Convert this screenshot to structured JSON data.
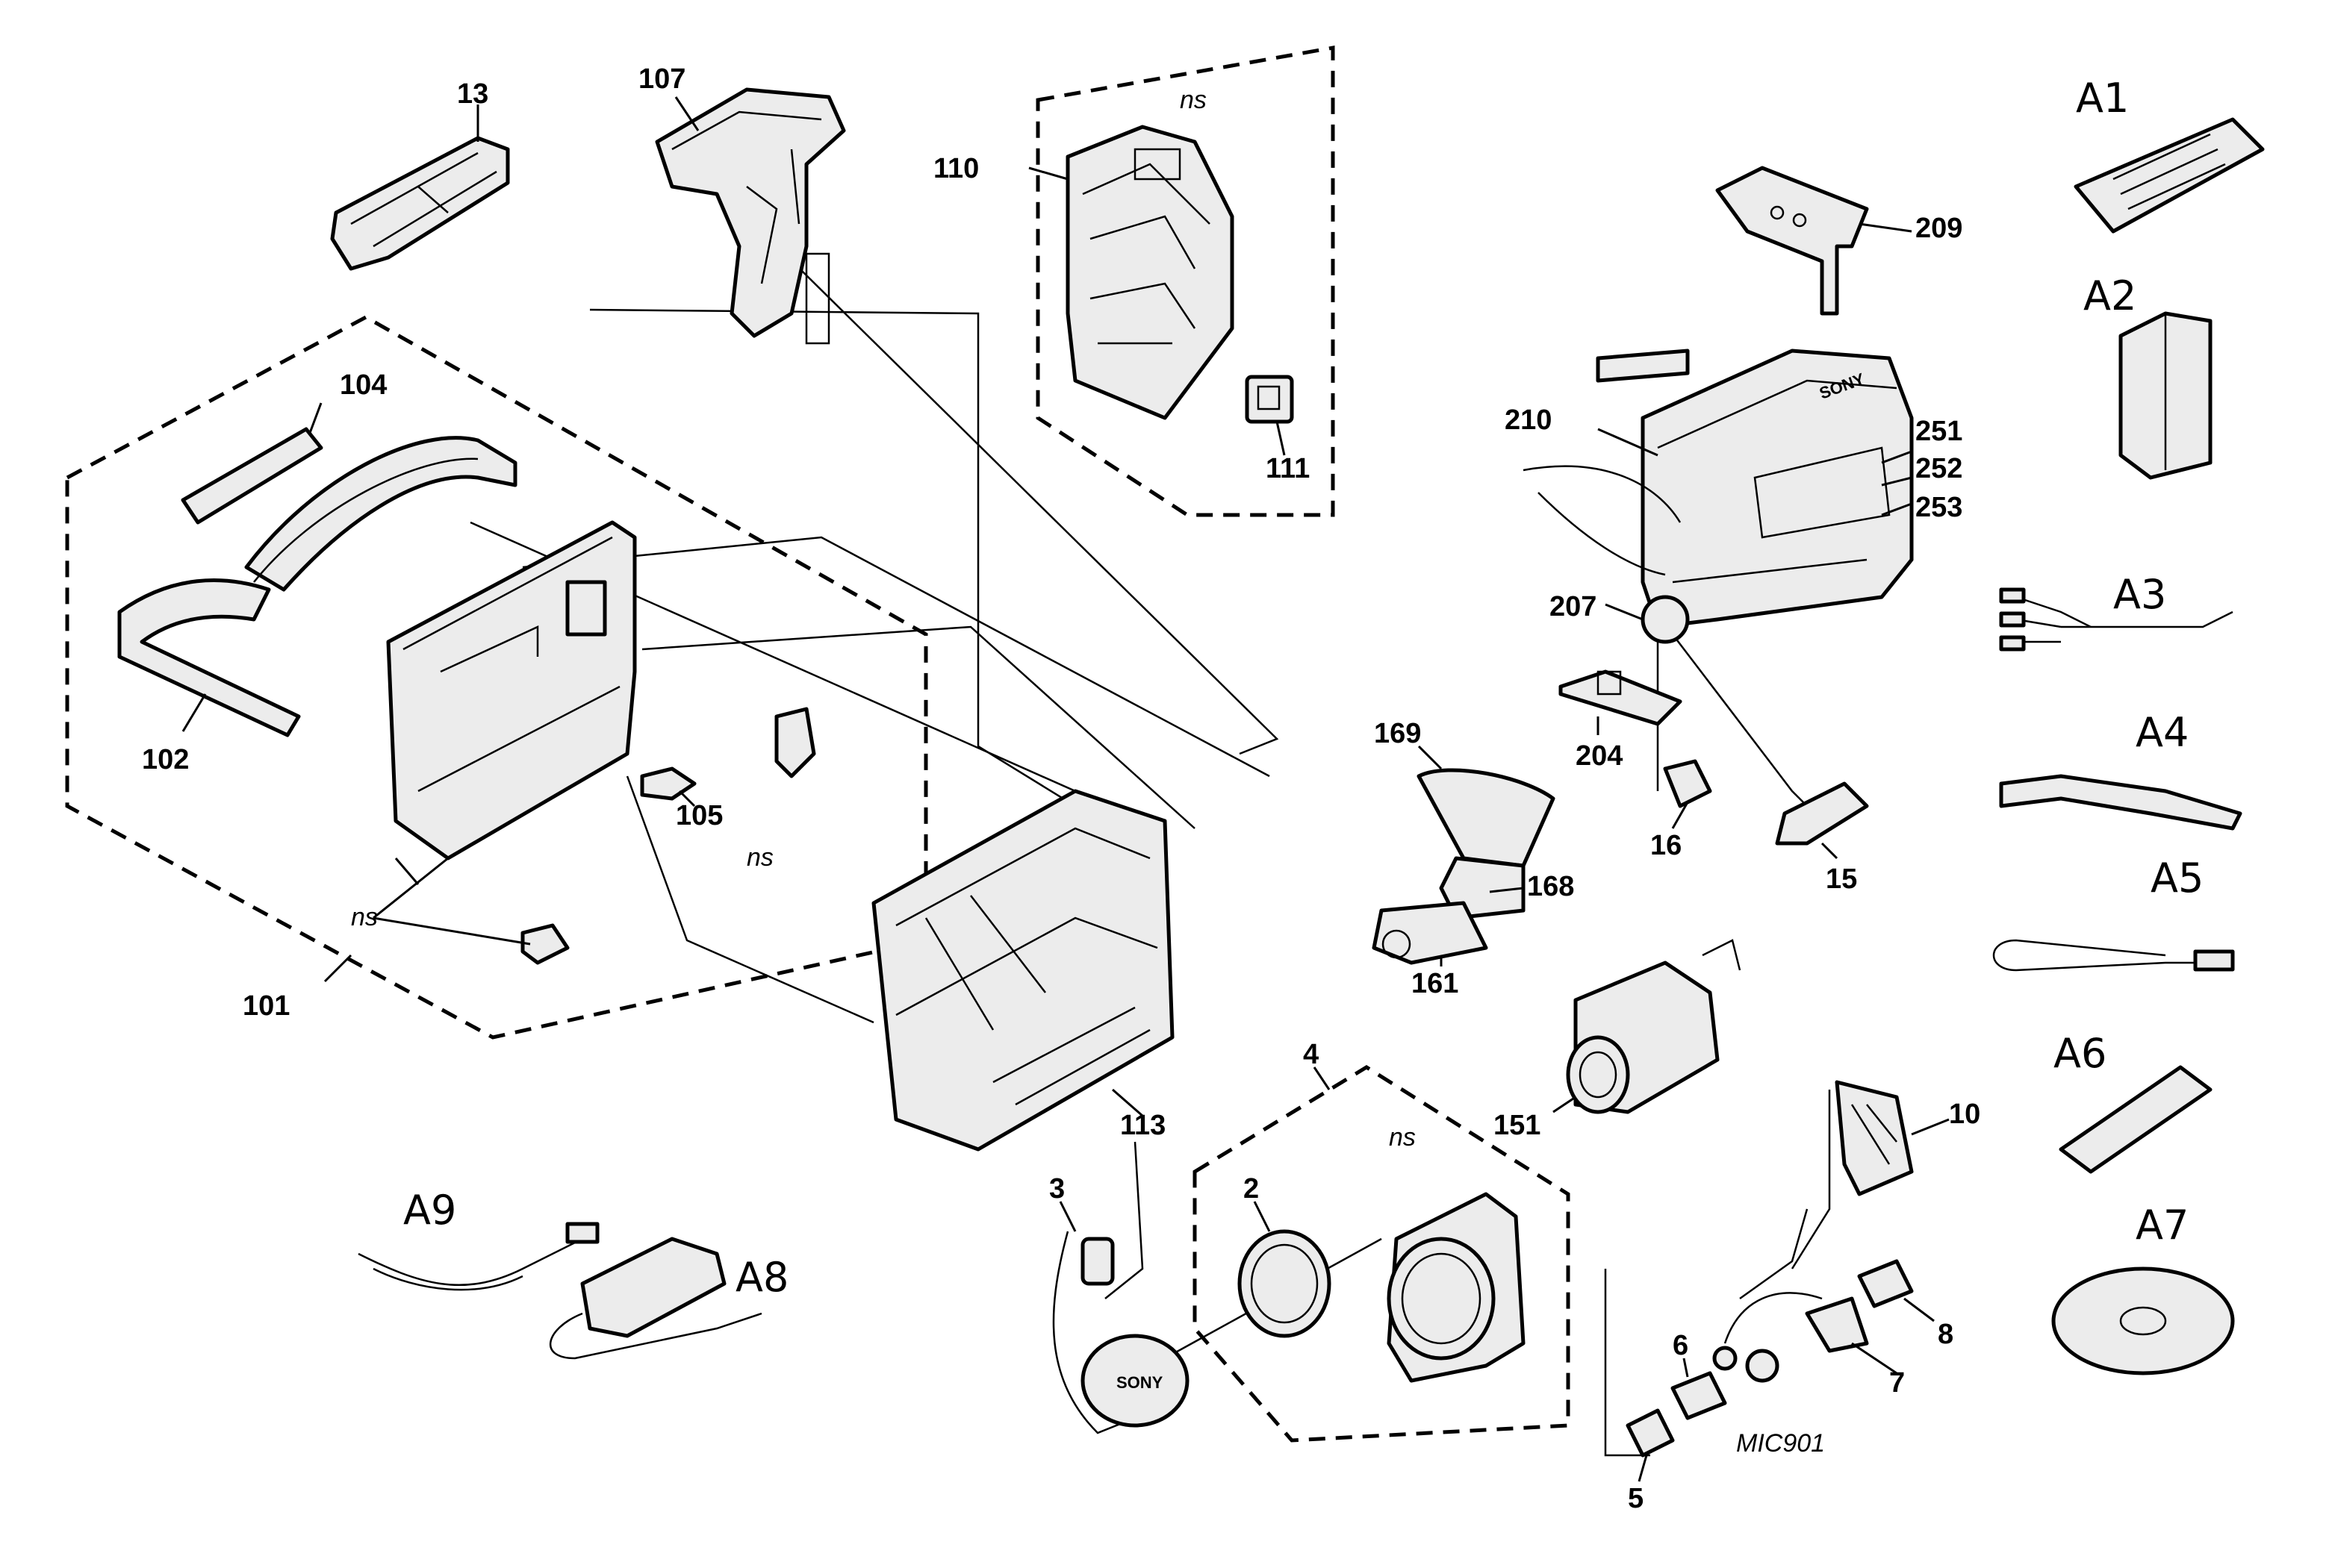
{
  "labels": {
    "l13": "13",
    "l107": "107",
    "l110": "110",
    "l111": "111",
    "l104": "104",
    "l102": "102",
    "l105": "105",
    "l101": "101",
    "l113": "113",
    "l209": "209",
    "l210": "210",
    "l251": "251",
    "l252": "252",
    "l253": "253",
    "l207": "207",
    "l204": "204",
    "l169": "169",
    "l168": "168",
    "l161": "161",
    "l16": "16",
    "l15": "15",
    "l151": "151",
    "l4": "4",
    "l2": "2",
    "l3": "3",
    "l10": "10",
    "l6": "6",
    "l7": "7",
    "l8": "8",
    "l5": "5",
    "mic": "MIC901",
    "ns_a": "ns",
    "ns_b": "ns",
    "ns_c": "ns",
    "ns_d": "ns"
  },
  "accessories": {
    "a1": "A1",
    "a2": "A2",
    "a3": "A3",
    "a4": "A4",
    "a5": "A5",
    "a6": "A6",
    "a7": "A7",
    "a8": "A8",
    "a9": "A9"
  },
  "logos": {
    "camera_body": "SONY",
    "lens_cap": "SONY"
  }
}
